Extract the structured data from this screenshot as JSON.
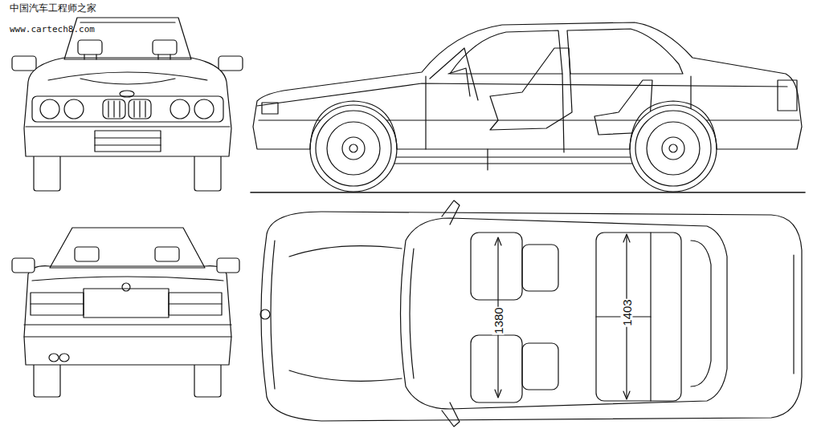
{
  "diagram": {
    "labels": [
      "中国汽车工程师之家",
      "www.cartech8.com",
      "1380",
      "1403"
    ]
  }
}
